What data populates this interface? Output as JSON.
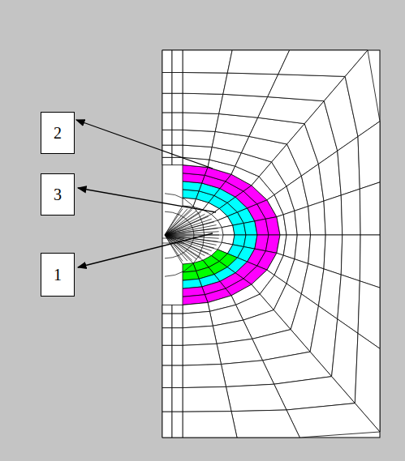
{
  "diagram": {
    "nodes": [
      {
        "text": [
          "2"
        ]
      },
      {
        "text": [
          "3"
        ]
      },
      {
        "text": [
          "1"
        ]
      }
    ]
  }
}
